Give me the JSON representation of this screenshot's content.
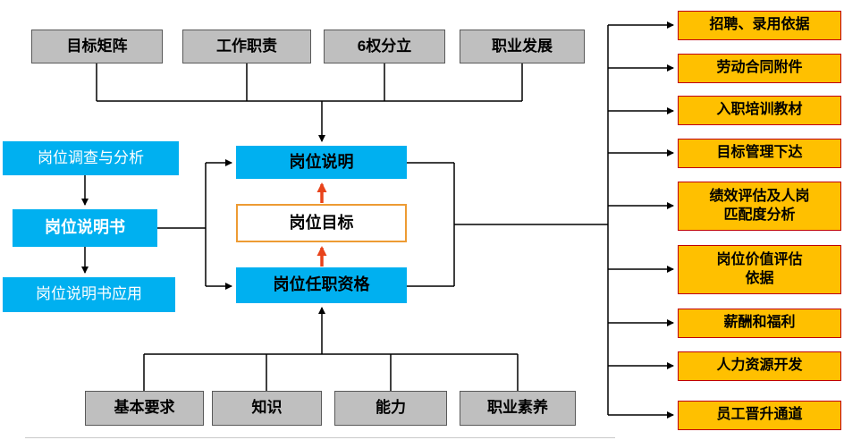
{
  "colors": {
    "gray_fill": "#BFBFBF",
    "gray_border": "#595959",
    "blue_fill": "#00B0F0",
    "orange_fill": "#FFC000",
    "orange_border": "#C00000",
    "objective_border": "#ED9B33",
    "red_arrow": "#E8431B",
    "line": "#000000"
  },
  "top_inputs": [
    "目标矩阵",
    "工作职责",
    "6权分立",
    "职业发展"
  ],
  "left_flow": {
    "analysis": "岗位调查与分析",
    "description": "岗位说明书",
    "application": "岗位说明书应用"
  },
  "center": {
    "statement": "岗位说明",
    "objective": "岗位目标",
    "qualification": "岗位任职资格"
  },
  "bottom_inputs": [
    "基本要求",
    "知识",
    "能力",
    "职业素养"
  ],
  "outputs": [
    "招聘、录用依据",
    "劳动合同附件",
    "入职培训教材",
    "目标管理下达",
    "绩效评估及人岗\n匹配度分析",
    "岗位价值评估\n依据",
    "薪酬和福利",
    "人力资源开发",
    "员工晋升通道"
  ]
}
